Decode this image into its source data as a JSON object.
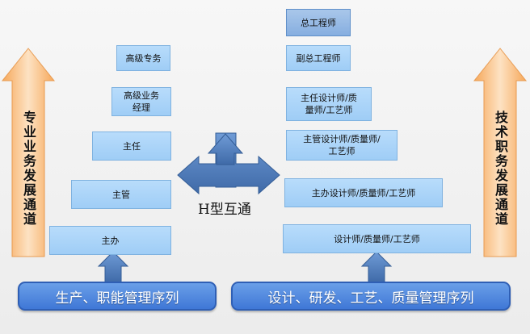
{
  "left_column": {
    "vertical_label": "专业业务发展通道",
    "levels": [
      "高级专务",
      "高级业务\n经理",
      "主任",
      "主管",
      "主办"
    ],
    "category": "生产、职能管理序列"
  },
  "right_column": {
    "vertical_label": "技术职务发展通道",
    "levels": [
      "总工程师",
      "副总工程师",
      "主任设计师/质\n量师/工艺师",
      "主管设计师/质量师/\n工艺师",
      "主办设计师/质量师/工艺师",
      "设计师/质量师/工艺师"
    ],
    "category": "设计、研发、工艺、质量管理序列"
  },
  "center": {
    "label": "H型互通"
  },
  "colors": {
    "box_fill": "#a9d4f8",
    "arrow_blue": "#4a78b8",
    "side_arrow": "#f7c08a",
    "category_fill": "#4a84de"
  }
}
